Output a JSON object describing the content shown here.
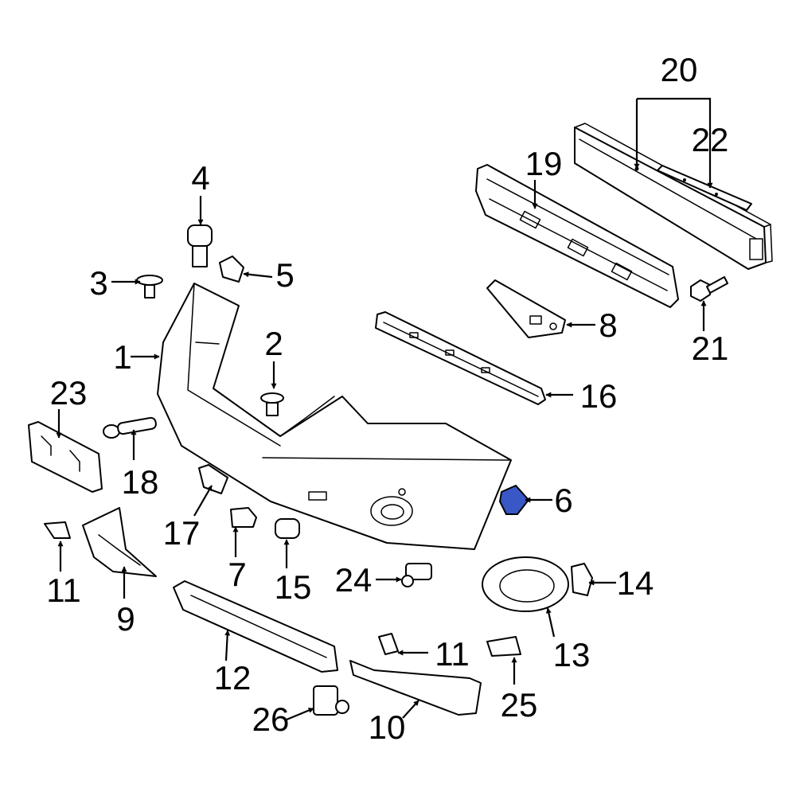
{
  "highlight_color": "#3a57c6",
  "callouts": {
    "c1": "1",
    "c2": "2",
    "c3": "3",
    "c4": "4",
    "c5": "5",
    "c6": "6",
    "c7": "7",
    "c8": "8",
    "c9": "9",
    "c10": "10",
    "c11a": "11",
    "c11b": "11",
    "c12": "12",
    "c13": "13",
    "c14": "14",
    "c15": "15",
    "c16": "16",
    "c17": "17",
    "c18": "18",
    "c19": "19",
    "c20": "20",
    "c21": "21",
    "c22": "22",
    "c23": "23",
    "c24": "24",
    "c25": "25",
    "c26": "26"
  }
}
